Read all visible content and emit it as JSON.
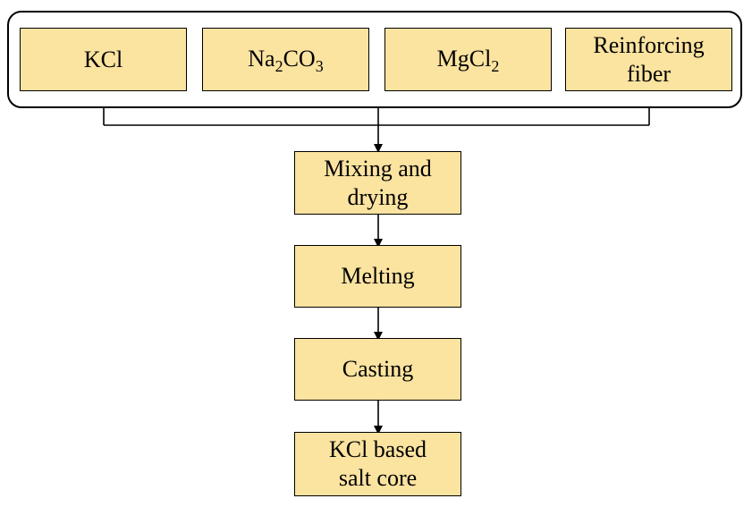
{
  "inputs": [
    {
      "label": "KCl"
    },
    {
      "label_parts": [
        "Na",
        "2",
        "CO",
        "3"
      ]
    },
    {
      "label_parts": [
        "MgCl",
        "2"
      ]
    },
    {
      "label_line1": "Reinforcing",
      "label_line2": "fiber"
    }
  ],
  "steps": [
    {
      "line1": "Mixing and",
      "line2": "drying"
    },
    {
      "line1": "Melting"
    },
    {
      "line1": "Casting"
    },
    {
      "line1": "KCl based",
      "line2": "salt core"
    }
  ]
}
